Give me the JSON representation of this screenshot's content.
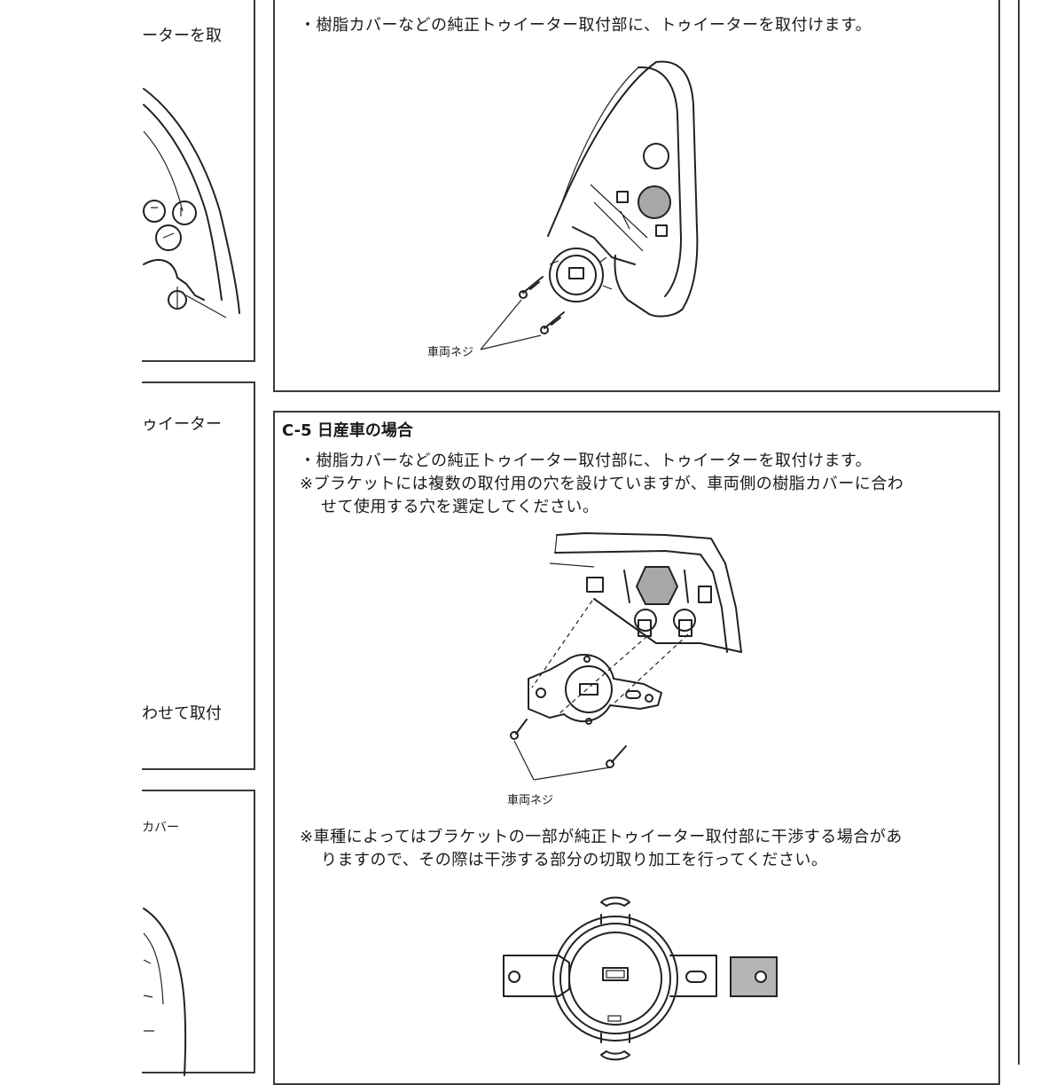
{
  "left_column": {
    "top_fragment": "ーターを取",
    "mid_fragment_1": "ゥイーター",
    "mid_fragment_2": "わせて取付",
    "bottom_fragment": "カバー"
  },
  "section_top": {
    "bullet": "・樹脂カバーなどの純正トゥイーター取付部に、トゥイーターを取付けます。",
    "screw_label": "車両ネジ"
  },
  "section_c5": {
    "heading": "C-5 日産車の場合",
    "bullet": "・樹脂カバーなどの純正トゥイーター取付部に、トゥイーターを取付けます。",
    "note_line1": "※ブラケットには複数の取付用の穴を設けていますが、車両側の樹脂カバーに合わ",
    "note_line2": "せて使用する穴を選定してください。",
    "screw_label": "車両ネジ",
    "note2_line1": "※車種によってはブラケットの一部が純正トゥイーター取付部に干渉する場合があ",
    "note2_line2": "りますので、その際は干渉する部分の切取り加工を行ってください。"
  }
}
